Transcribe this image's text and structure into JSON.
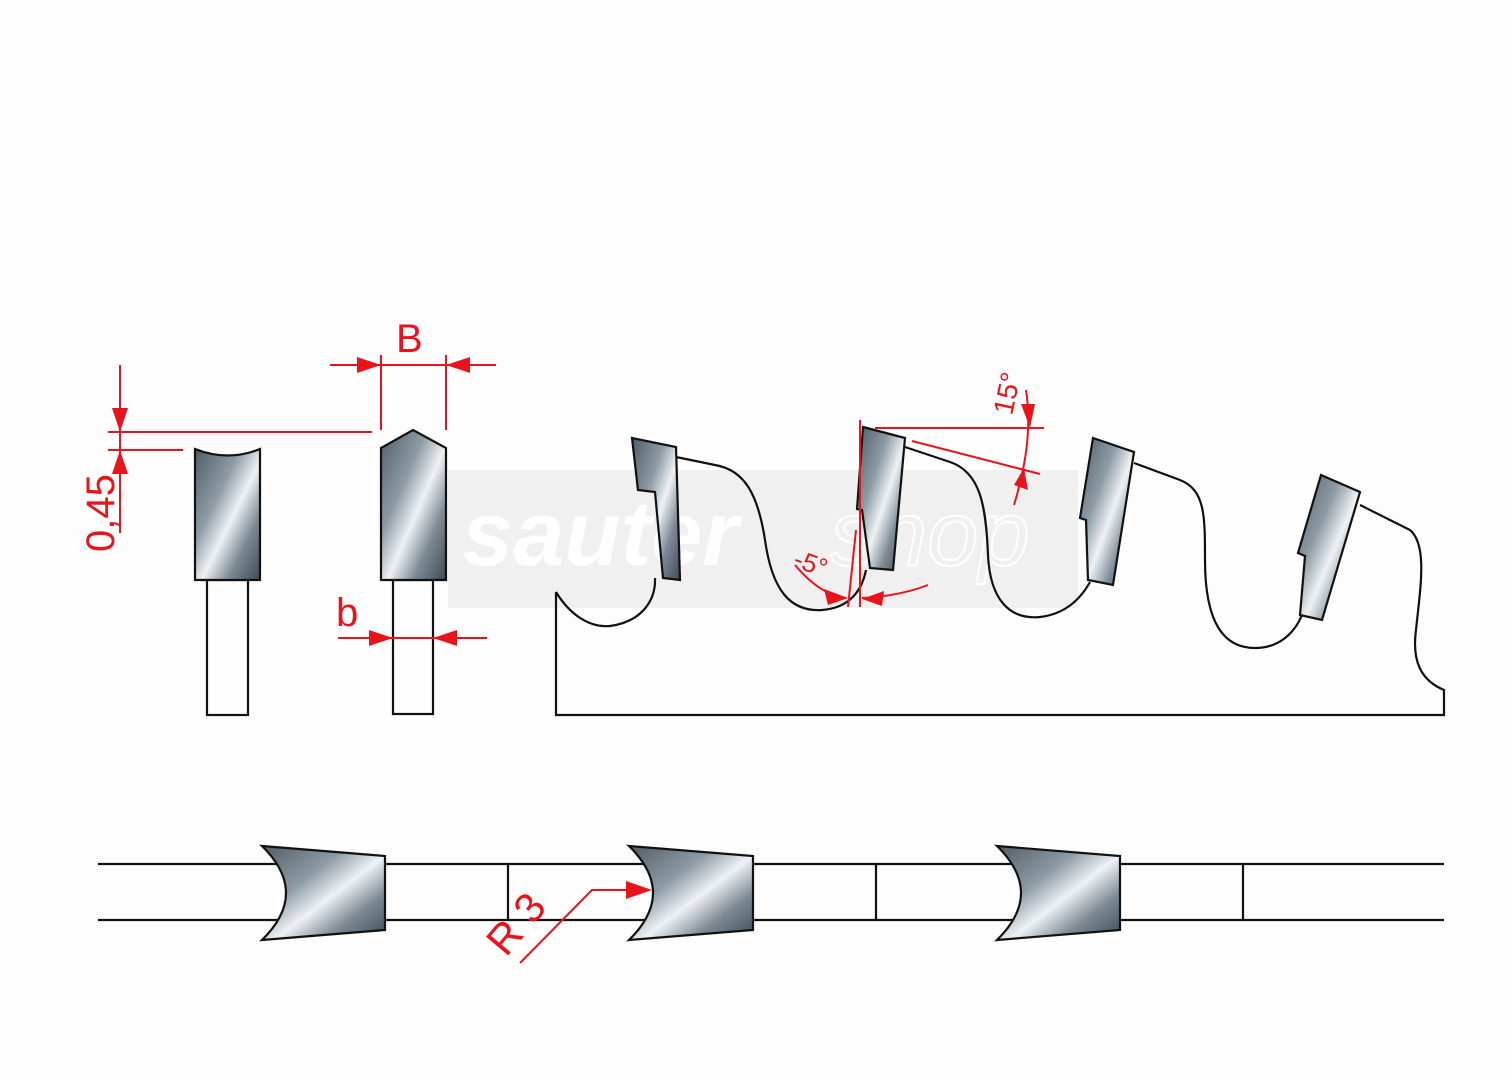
{
  "diagram": {
    "labels": {
      "kerf_width": "B",
      "blade_body_width": "b",
      "tooth_height_diff": "0,45",
      "hook_angle": "-5°",
      "clearance_angle": "15°",
      "radius": "R 3"
    },
    "watermark": {
      "part1": "sauter",
      "part2": "shop"
    },
    "colors": {
      "dimension": "#e8141b",
      "outline": "#111111",
      "steel_light": "#e9eef2",
      "steel_dark": "#4f5c66"
    }
  }
}
